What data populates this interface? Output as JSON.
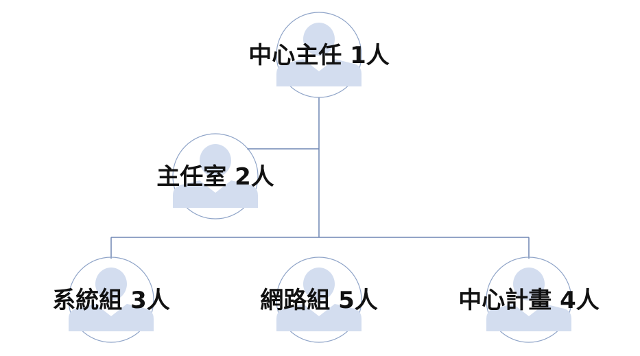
{
  "colors": {
    "person_icon": "#d3ddef",
    "ring": "#8fa4c8",
    "connector": "#6f86b3",
    "label": "#111111"
  },
  "nodes": [
    {
      "id": "director",
      "label": "中心主任 1人",
      "icon": "person-silhouette-icon"
    },
    {
      "id": "director-office",
      "label": "主任室 2人",
      "icon": "person-silhouette-icon"
    },
    {
      "id": "systems-team",
      "label": "系統組 3人",
      "icon": "person-silhouette-icon"
    },
    {
      "id": "network-team",
      "label": "網路組 5人",
      "icon": "person-silhouette-icon"
    },
    {
      "id": "center-projects",
      "label": "中心計畫 4人",
      "icon": "person-silhouette-icon"
    }
  ]
}
